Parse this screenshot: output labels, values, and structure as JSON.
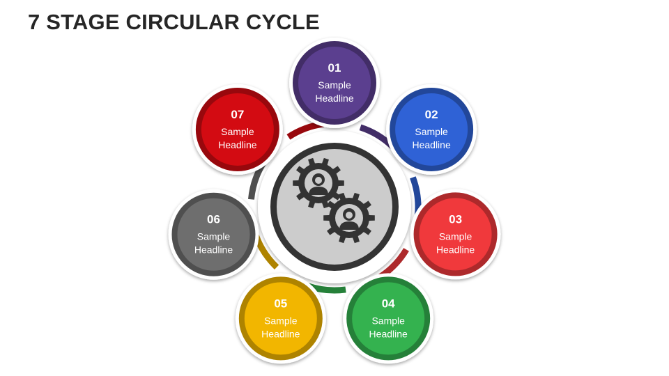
{
  "title": "7 STAGE CIRCULAR CYCLE",
  "stages": [
    {
      "number": "01",
      "line1": "Sample",
      "line2": "Headline",
      "color": "#5b3f8f"
    },
    {
      "number": "02",
      "line1": "Sample",
      "line2": "Headline",
      "color": "#2f62d6"
    },
    {
      "number": "03",
      "line1": "Sample",
      "line2": "Headline",
      "color": "#f0393c"
    },
    {
      "number": "04",
      "line1": "Sample",
      "line2": "Headline",
      "color": "#34b24f"
    },
    {
      "number": "05",
      "line1": "Sample",
      "line2": "Headline",
      "color": "#f2b600"
    },
    {
      "number": "06",
      "line1": "Sample",
      "line2": "Headline",
      "color": "#6e6e6e"
    },
    {
      "number": "07",
      "line1": "Sample",
      "line2": "Headline",
      "color": "#d30b12"
    }
  ],
  "center": {
    "icon": "gears-icon",
    "ring_color": "#333333",
    "fill_color": "#cccccc"
  }
}
